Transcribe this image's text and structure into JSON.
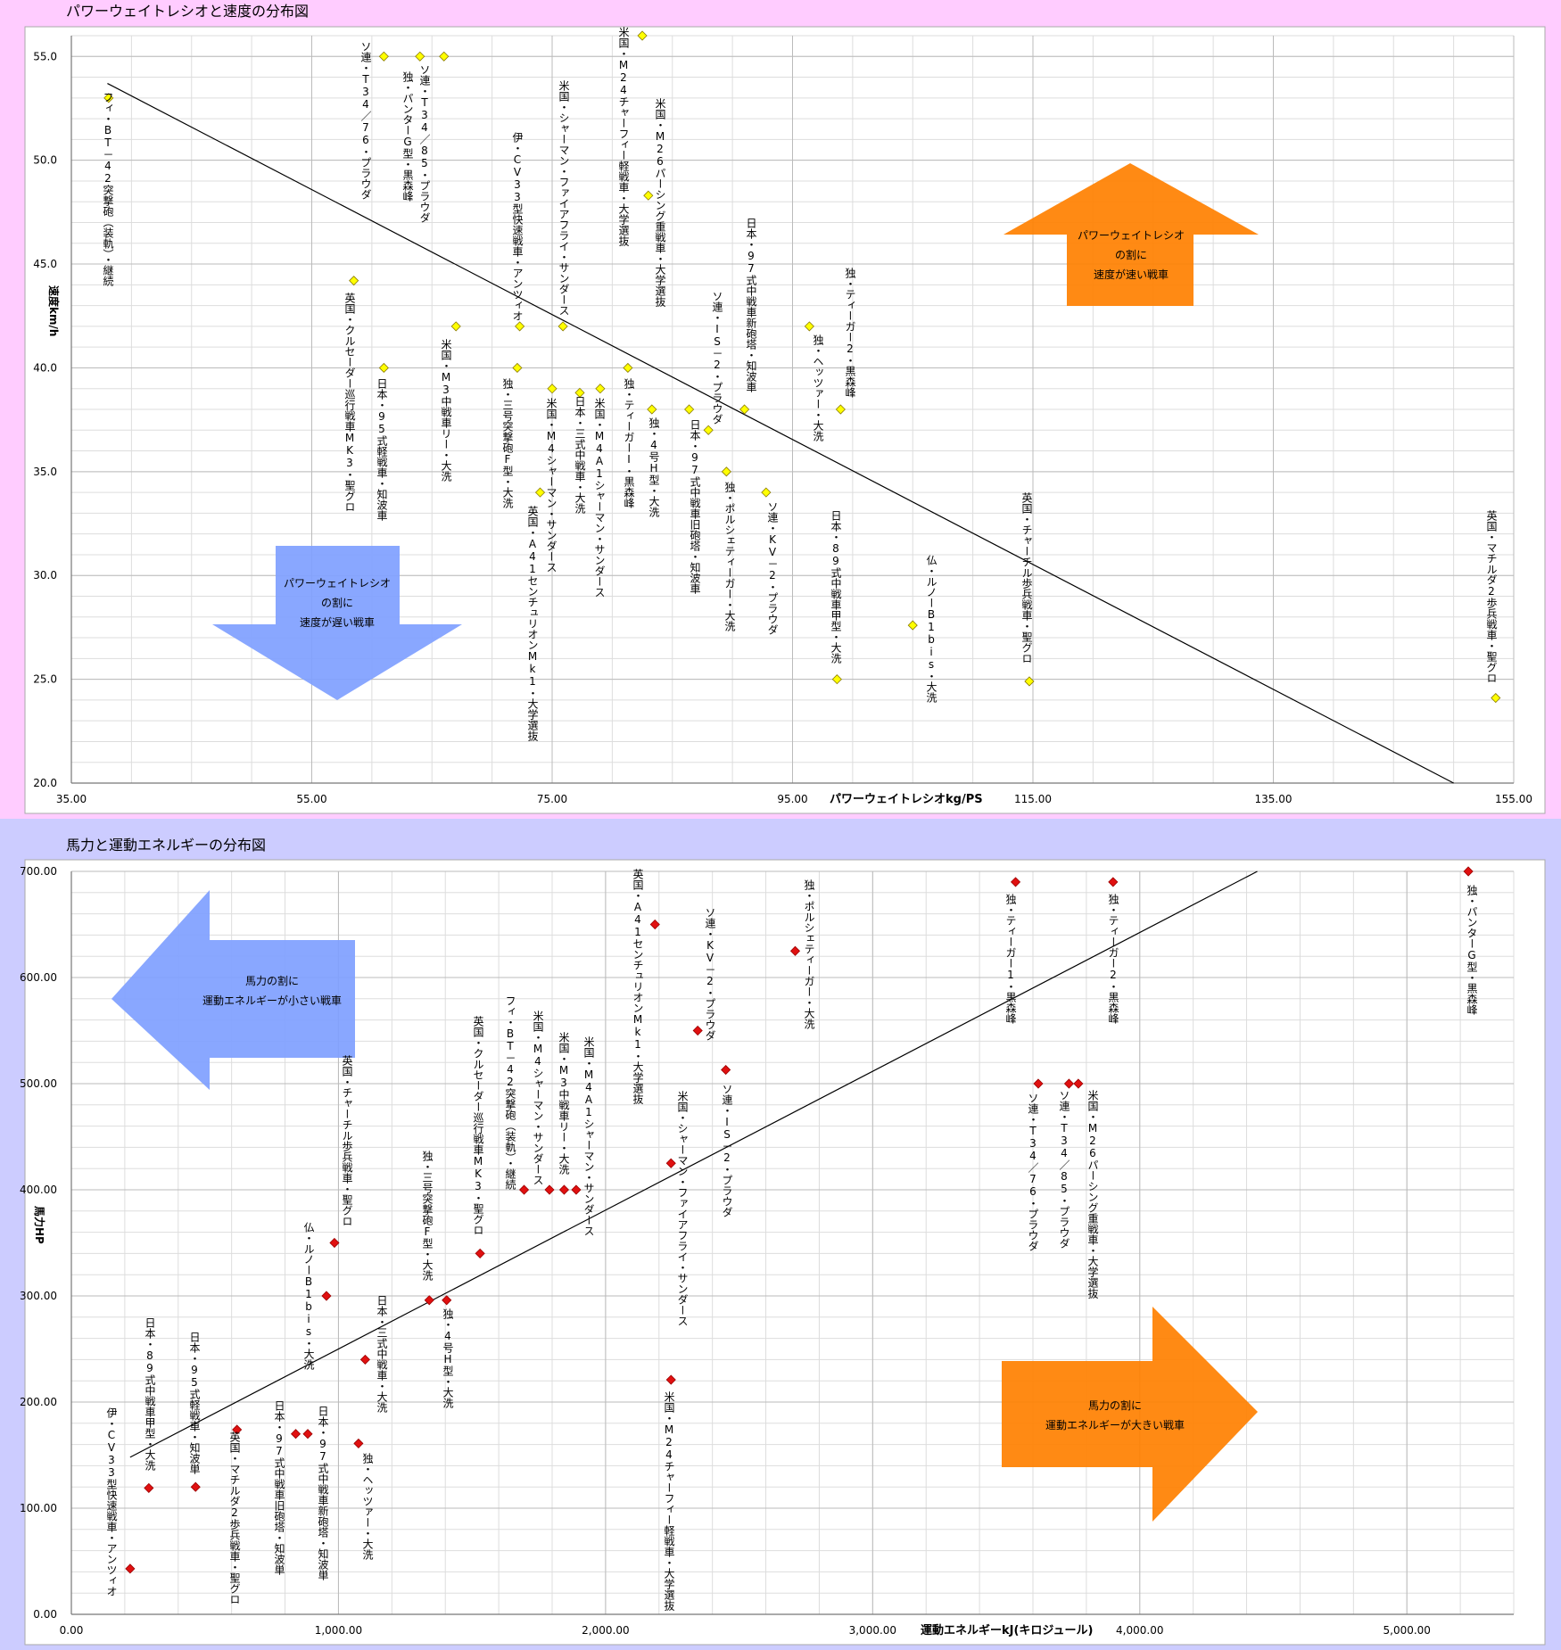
{
  "colors": {
    "top_bg": "#ffccff",
    "bottom_bg": "#ccccff",
    "top_marker": "#ffff00",
    "bottom_marker": "#e01010",
    "orange": "#ff8000",
    "blue": "#7fa0ff"
  },
  "chart_data": [
    {
      "type": "scatter",
      "title": "パワーウェイトレシオと速度の分布図",
      "xlabel": "パワーウェイトレシオkg/PS",
      "ylabel": "速度km/h",
      "xlim": [
        35,
        155
      ],
      "ylim": [
        20,
        56
      ],
      "xticks": [
        "35.00",
        "55.00",
        "75.00",
        "95.00",
        "115.00",
        "135.00",
        "155.00"
      ],
      "yticks": [
        "20.0",
        "25.0",
        "30.0",
        "35.0",
        "40.0",
        "45.0",
        "50.0",
        "55.0"
      ],
      "grid": true,
      "marker": "yellow-diamond",
      "trendline": {
        "x1": 38,
        "y1": 53.7,
        "x2": 150,
        "y2": 20
      },
      "points": [
        {
          "x": 38.1,
          "y": 53.0,
          "label": "フィ・BT－42突撃砲（装軌）・継続",
          "lx": 121,
          "ly": 103,
          "la": "s"
        },
        {
          "x": 61.0,
          "y": 55.0,
          "label": "ソ連・T34／76・プラウダ",
          "lx": 410,
          "ly": 46,
          "la": "s"
        },
        {
          "x": 64.0,
          "y": 55.0,
          "label": "独・パンターG型・黒森峰",
          "lx": 457,
          "ly": 80,
          "la": "s"
        },
        {
          "x": 66.0,
          "y": 55.0,
          "label": "ソ連・T34／85・プラウダ",
          "lx": 476,
          "ly": 72,
          "la": "s"
        },
        {
          "x": 58.5,
          "y": 44.2,
          "label": "英国・クルセーダー巡行戦車MK3・聖グロ",
          "lx": 392,
          "ly": 328,
          "la": "s"
        },
        {
          "x": 61.0,
          "y": 40.0,
          "label": "日本・95式軽戦車・知波車",
          "lx": 428,
          "ly": 424,
          "la": "s"
        },
        {
          "x": 67.0,
          "y": 42.0,
          "label": "米国・M3中戦車リー・大洗",
          "lx": 500,
          "ly": 380,
          "la": "s"
        },
        {
          "x": 72.1,
          "y": 40.0,
          "label": "独・三号突撃砲F型・大洗",
          "lx": 569,
          "ly": 424,
          "la": "s"
        },
        {
          "x": 72.3,
          "y": 42.0,
          "label": "伊・CV33型快速戦車・アンツィオ",
          "lx": 580,
          "ly": 148,
          "la": "s"
        },
        {
          "x": 74.0,
          "y": 34.0,
          "label": "英国・A41センチュリオンMk1・大学選抜",
          "lx": 597,
          "ly": 567,
          "la": "s"
        },
        {
          "x": 75.0,
          "y": 39.0,
          "label": "米国・M4シャーマン・サンダース",
          "lx": 618,
          "ly": 446,
          "la": "s"
        },
        {
          "x": 75.9,
          "y": 42.0,
          "label": "米国・シャーマン・ファイアフライ・サンダース",
          "lx": 632,
          "ly": 90,
          "la": "s"
        },
        {
          "x": 77.3,
          "y": 38.8,
          "label": "日本・三式中戦車・大洗",
          "lx": 650,
          "ly": 444,
          "la": "s"
        },
        {
          "x": 79.0,
          "y": 39.0,
          "label": "米国・M4A1シャーマン・サンダース",
          "lx": 672,
          "ly": 446,
          "la": "s"
        },
        {
          "x": 81.3,
          "y": 40.0,
          "label": "独・ティーガーⅠ・黒森峰",
          "lx": 705,
          "ly": 424,
          "la": "s"
        },
        {
          "x": 82.5,
          "y": 56.0,
          "label": "米国・M24チャーフィー軽戦車・大学選抜",
          "lx": 699,
          "ly": 30,
          "la": "s"
        },
        {
          "x": 83.0,
          "y": 48.3,
          "label": "米国・M26パーシング重戦車・大学選抜",
          "lx": 740,
          "ly": 110,
          "la": "s"
        },
        {
          "x": 83.3,
          "y": 38.0,
          "label": "独・4号H型・大洗",
          "lx": 733,
          "ly": 468,
          "la": "s"
        },
        {
          "x": 86.4,
          "y": 38.0,
          "label": "日本・97式中戦車旧砲塔・知波車",
          "lx": 779,
          "ly": 470,
          "la": "s"
        },
        {
          "x": 88.0,
          "y": 37.0,
          "label": "ソ連・IS－2・プラウダ",
          "lx": 804,
          "ly": 326,
          "la": "s"
        },
        {
          "x": 89.5,
          "y": 35.0,
          "label": "独・ポルシェティーガー・大洗",
          "lx": 818,
          "ly": 540,
          "la": "s"
        },
        {
          "x": 91.0,
          "y": 38.0,
          "label": "日本・97式中戦車新砲塔・知波車",
          "lx": 842,
          "ly": 244,
          "la": "s"
        },
        {
          "x": 92.8,
          "y": 34.0,
          "label": "ソ連・KV－2・プラウダ",
          "lx": 866,
          "ly": 562,
          "la": "s"
        },
        {
          "x": 96.4,
          "y": 42.0,
          "label": "独・ヘッツァー・大洗",
          "lx": 917,
          "ly": 375,
          "la": "s"
        },
        {
          "x": 99.0,
          "y": 38.0,
          "label": "独・ティーガー2・黒森峰",
          "lx": 953,
          "ly": 300,
          "la": "s"
        },
        {
          "x": 98.7,
          "y": 25.0,
          "label": "日本・89式中戦車甲型・大洗",
          "lx": 937,
          "ly": 572,
          "la": "s"
        },
        {
          "x": 105.0,
          "y": 27.6,
          "label": "仏・ルノーB1bis・大洗",
          "lx": 1044,
          "ly": 622,
          "la": "s"
        },
        {
          "x": 114.7,
          "y": 24.9,
          "label": "英国・チャーチル歩兵戦車・聖グロ",
          "lx": 1151,
          "ly": 552,
          "la": "s"
        },
        {
          "x": 153.5,
          "y": 24.1,
          "label": "英国・マチルダ2歩兵戦車・聖グロ",
          "lx": 1672,
          "ly": 572,
          "la": "s"
        }
      ],
      "annotations": [
        {
          "label_lines": [
            "パワーウェイトレシオ",
            "の割に",
            "速度が速い戦車"
          ],
          "direction": "up"
        },
        {
          "label_lines": [
            "パワーウェイトレシオ",
            "の割に",
            "速度が遅い戦車"
          ],
          "direction": "down"
        }
      ]
    },
    {
      "type": "scatter",
      "title": "馬力と運動エネルギーの分布図",
      "xlabel": "運動エネルギーkJ(キロジュール)",
      "ylabel": "馬力HP",
      "xlim": [
        0,
        5400
      ],
      "ylim": [
        0,
        700
      ],
      "xticks": [
        "0.00",
        "1,000.00",
        "2,000.00",
        "3,000.00",
        "4,000.00",
        "5,000.00"
      ],
      "yticks": [
        "0.00",
        "100.00",
        "200.00",
        "300.00",
        "400.00",
        "500.00",
        "600.00",
        "700.00"
      ],
      "grid": true,
      "marker": "red-diamond",
      "trendline": {
        "x1": 220,
        "y1": 148,
        "x2": 4440,
        "y2": 700
      },
      "points": [
        {
          "x": 220,
          "y": 43,
          "label": "伊・CV33型快速戦車・アンツィオ",
          "lx": 125,
          "ly": 1578,
          "la": "s"
        },
        {
          "x": 290,
          "y": 119,
          "label": "日本・89式中戦車甲型・大洗",
          "lx": 168,
          "ly": 1477,
          "la": "s"
        },
        {
          "x": 465,
          "y": 120,
          "label": "日本・95式軽戦車・知波単",
          "lx": 218,
          "ly": 1493,
          "la": "s"
        },
        {
          "x": 620,
          "y": 174,
          "label": "英国・マチルダ2歩兵戦車・聖グロ",
          "lx": 263,
          "ly": 1605,
          "la": "s"
        },
        {
          "x": 840,
          "y": 170,
          "label": "日本・97式中戦車旧砲塔・知波単",
          "lx": 313,
          "ly": 1570,
          "la": "s"
        },
        {
          "x": 885,
          "y": 170,
          "label": "日本・97式中戦車新砲塔・知波単",
          "lx": 362,
          "ly": 1576,
          "la": "s"
        },
        {
          "x": 955,
          "y": 300,
          "label": "仏・ルノーB1bis・大洗",
          "lx": 346,
          "ly": 1370,
          "la": "s"
        },
        {
          "x": 985,
          "y": 350,
          "label": "英国・チャーチル歩兵戦車・聖グロ",
          "lx": 389,
          "ly": 1183,
          "la": "s"
        },
        {
          "x": 1075,
          "y": 161,
          "label": "独・ヘッツァー・大洗",
          "lx": 412,
          "ly": 1629,
          "la": "s"
        },
        {
          "x": 1100,
          "y": 240,
          "label": "日本・三式中戦車・大洗",
          "lx": 428,
          "ly": 1452,
          "la": "s"
        },
        {
          "x": 1340,
          "y": 296,
          "label": "独・三号突撃砲F型・大洗",
          "lx": 479,
          "ly": 1290,
          "la": "s"
        },
        {
          "x": 1405,
          "y": 296,
          "label": "独・4号H型・大洗",
          "lx": 502,
          "ly": 1467,
          "la": "s"
        },
        {
          "x": 1530,
          "y": 340,
          "label": "英国・クルセーダー巡行戦車MK3・聖グロ",
          "lx": 536,
          "ly": 1139,
          "la": "s"
        },
        {
          "x": 1695,
          "y": 400,
          "label": "フィ・BT－42突撃砲（装軌）・継続",
          "lx": 572,
          "ly": 1116,
          "la": "s"
        },
        {
          "x": 1790,
          "y": 400,
          "label": "米国・M4シャーマン・サンダース",
          "lx": 603,
          "ly": 1133,
          "la": "s"
        },
        {
          "x": 1845,
          "y": 400,
          "label": "米国・M3中戦車リー・大洗",
          "lx": 632,
          "ly": 1157,
          "la": "s"
        },
        {
          "x": 1890,
          "y": 400,
          "label": "米国・M4A1シャーマン・サンダース",
          "lx": 660,
          "ly": 1162,
          "la": "s"
        },
        {
          "x": 2185,
          "y": 650,
          "label": "英国・A41センチュリオンMk1・大学選抜",
          "lx": 715,
          "ly": 974,
          "la": "s"
        },
        {
          "x": 2245,
          "y": 425,
          "label": "米国・シャーマン・ファイアフライ・サンダース",
          "lx": 765,
          "ly": 1223,
          "la": "s"
        },
        {
          "x": 2245,
          "y": 221,
          "label": "米国・M24チャーフィー軽戦車・大学選抜",
          "lx": 750,
          "ly": 1560,
          "la": "s"
        },
        {
          "x": 2345,
          "y": 550,
          "label": "ソ連・KV－2・プラウダ",
          "lx": 796,
          "ly": 1017,
          "la": "s"
        },
        {
          "x": 2450,
          "y": 513,
          "label": "ソ連・IS－2・プラウダ",
          "lx": 815,
          "ly": 1215,
          "la": "s"
        },
        {
          "x": 2710,
          "y": 625,
          "label": "独・ポルシェティーガー・大洗",
          "lx": 907,
          "ly": 986,
          "la": "s"
        },
        {
          "x": 3535,
          "y": 690,
          "label": "独・ティーガー1・黒森峰",
          "lx": 1133,
          "ly": 1002,
          "la": "s"
        },
        {
          "x": 3620,
          "y": 500,
          "label": "ソ連・T34／76・プラウダ",
          "lx": 1158,
          "ly": 1225,
          "la": "s"
        },
        {
          "x": 3735,
          "y": 500,
          "label": "ソ連・T34／85・プラウダ",
          "lx": 1193,
          "ly": 1222,
          "la": "s"
        },
        {
          "x": 3770,
          "y": 500,
          "label": "米国・M26パーシング重戦車・大学選抜",
          "lx": 1225,
          "ly": 1222,
          "la": "s"
        },
        {
          "x": 3900,
          "y": 690,
          "label": "独・ティーガー2・黒森峰",
          "lx": 1248,
          "ly": 1002,
          "la": "s"
        },
        {
          "x": 5230,
          "y": 700,
          "label": "独・パンターG型・黒森峰",
          "lx": 1650,
          "ly": 992,
          "la": "s"
        }
      ],
      "annotations": [
        {
          "label_lines": [
            "馬力の割に",
            "運動エネルギーが小さい戦車"
          ],
          "direction": "left"
        },
        {
          "label_lines": [
            "馬力の割に",
            "運動エネルギーが大きい戦車"
          ],
          "direction": "right"
        }
      ]
    }
  ]
}
